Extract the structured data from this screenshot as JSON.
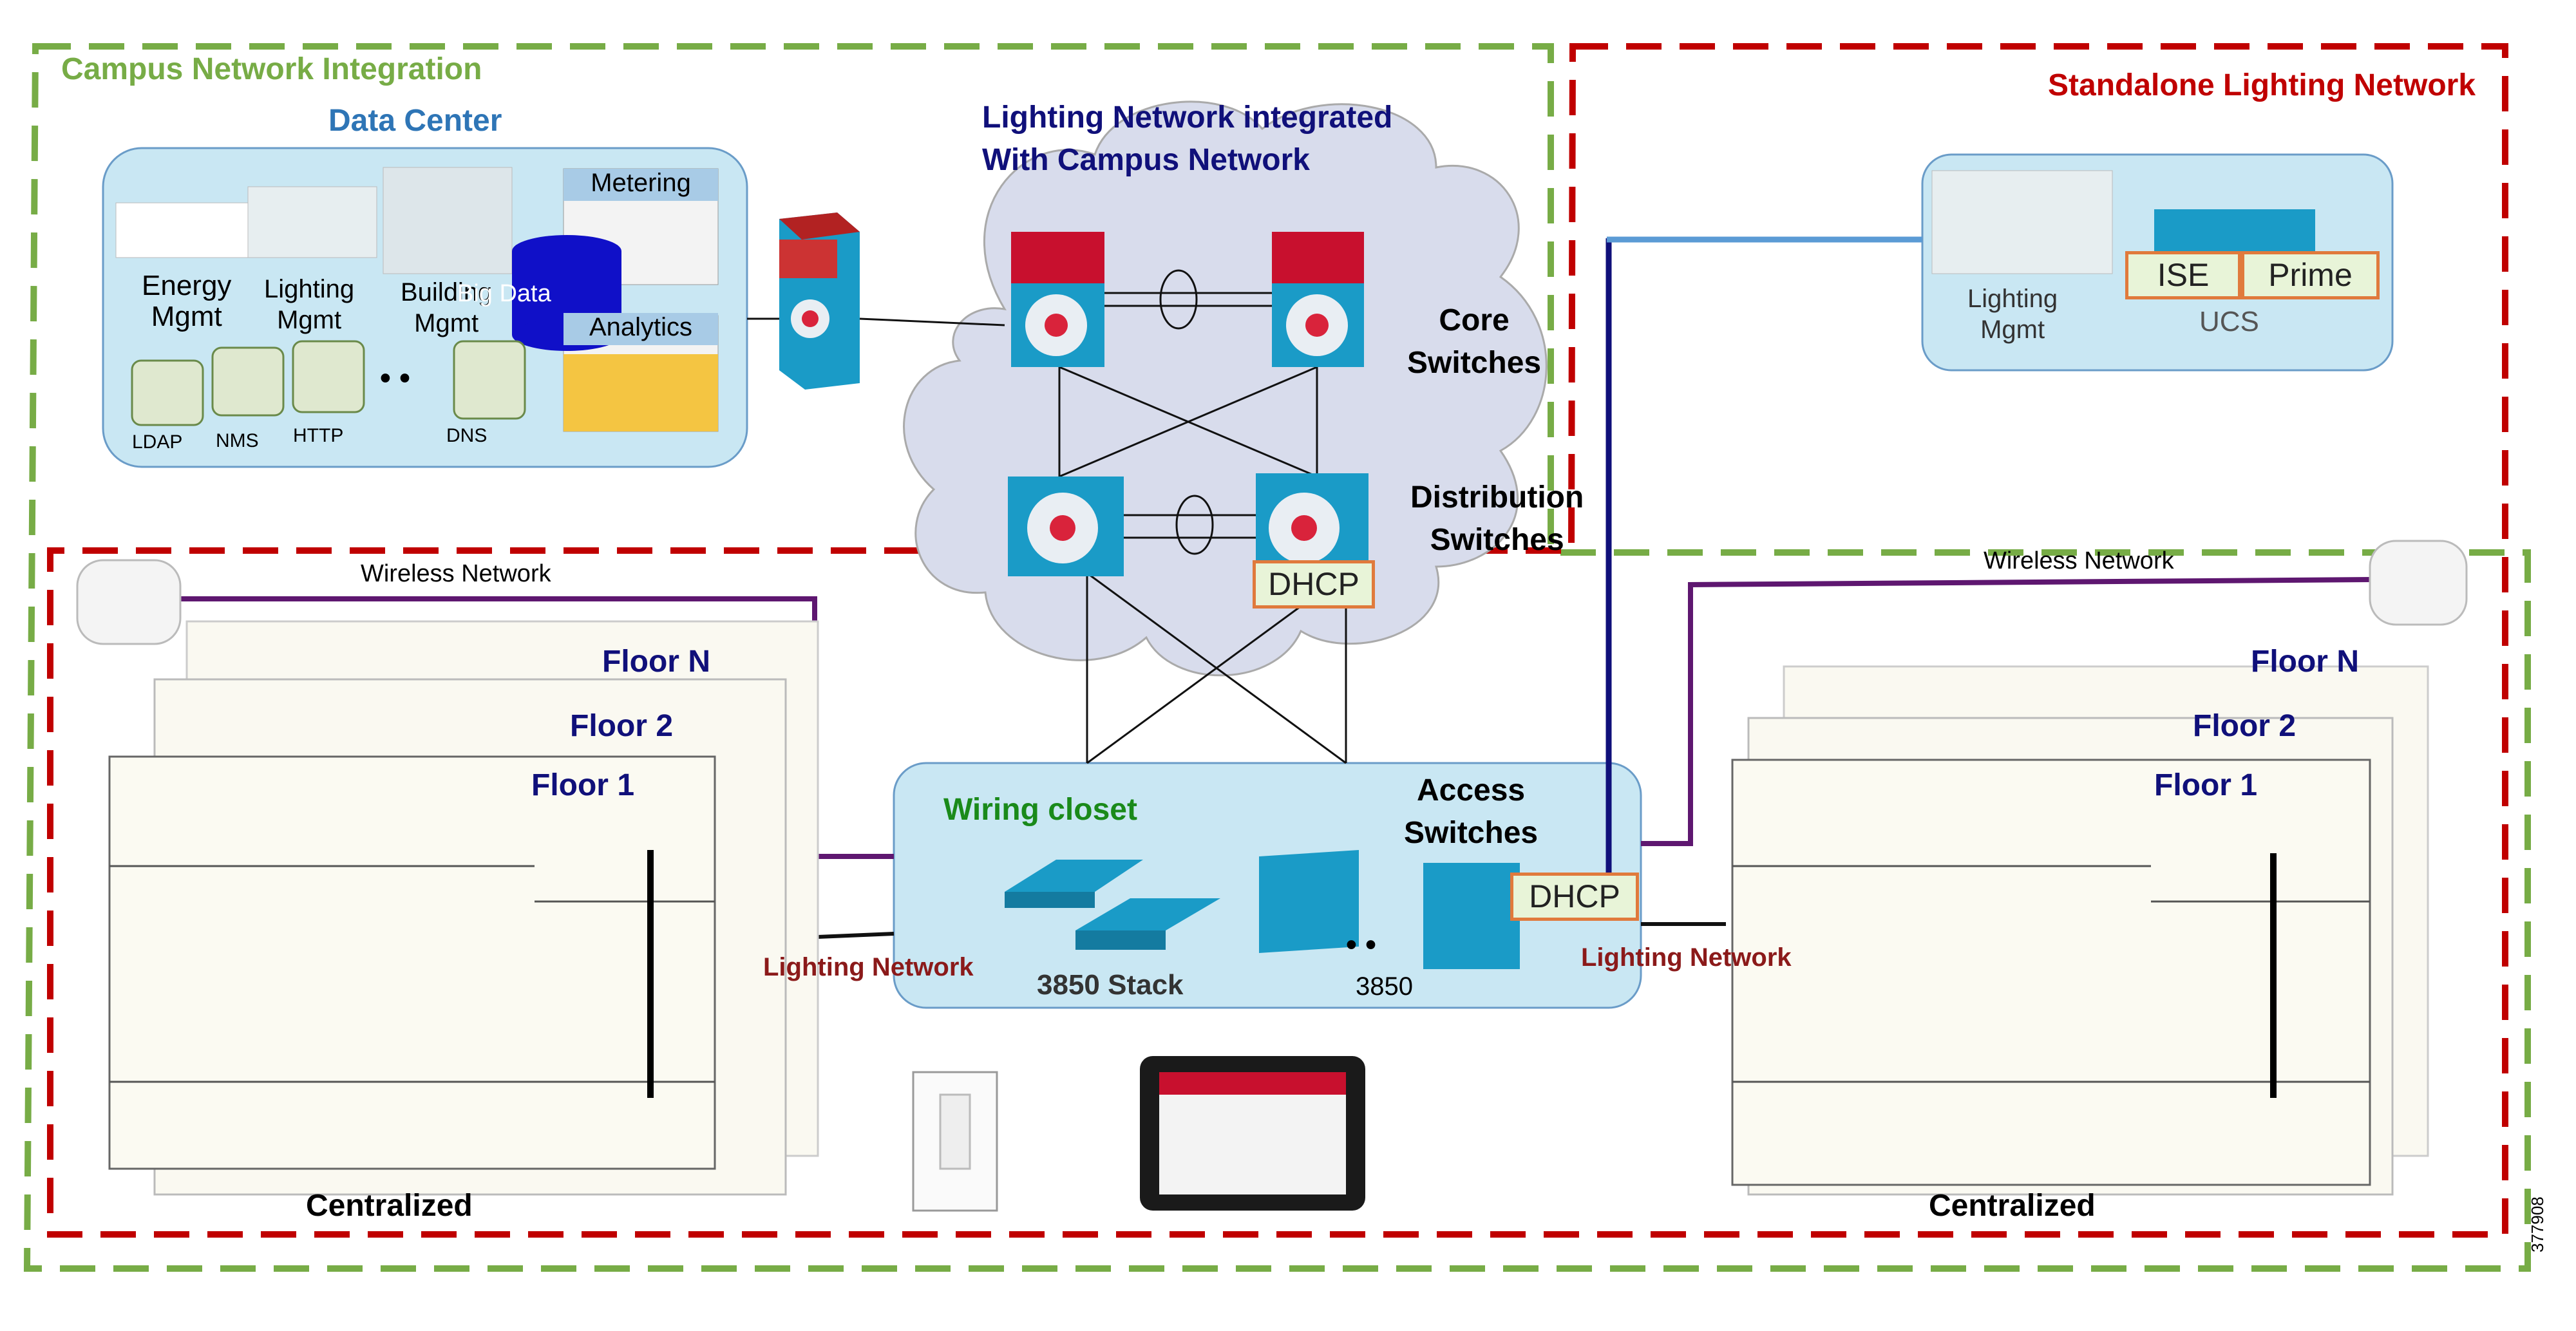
{
  "campus_title": "Campus Network Integration",
  "standalone_title": "Standalone Lighting Network",
  "data_center": {
    "title": "Data Center",
    "apps": [
      "Energy\nMgmt",
      "Lighting\nMgmt",
      "Building\nMgmt"
    ],
    "big_data": "Big Data",
    "metering": "Metering",
    "analytics": "Analytics",
    "servers": [
      "LDAP",
      "NMS",
      "HTTP",
      "DNS"
    ],
    "ellipsis": "• •"
  },
  "cloud_title": "Lighting Network integrated\nWith Campus Network",
  "core_label": "Core\nSwitches",
  "distribution_label": "Distribution\nSwitches",
  "dhcp": "DHCP",
  "standalone": {
    "lighting_mgmt": "Lighting\nMgmt",
    "ise": "ISE",
    "prime": "Prime",
    "ucs": "UCS"
  },
  "wiring_closet": {
    "title": "Wiring closet",
    "access_label": "Access\nSwitches",
    "stack_label": "3850 Stack",
    "model_label": "3850",
    "ellipsis": "• •"
  },
  "left_building": {
    "wireless": "Wireless Network",
    "floors": [
      "Floor N",
      "Floor 2",
      "Floor 1"
    ],
    "lighting_network": "Lighting Network",
    "caption": "Centralized"
  },
  "right_building": {
    "wireless": "Wireless Network",
    "floors": [
      "Floor N",
      "Floor 2",
      "Floor 1"
    ],
    "lighting_network": "Lighting Network",
    "caption": "Centralized"
  },
  "figure_id": "377908",
  "colors": {
    "green_dash": "#77ac46",
    "red_dash": "#c00000",
    "navy": "#10107a",
    "purple": "#5e1770",
    "dc_blue": "#2e75b6",
    "closet_green": "#1a8a1a",
    "lighting_red": "#8b1a1a",
    "panel_fill": "#c9e7f3",
    "cloud_fill": "#d8dcec"
  }
}
